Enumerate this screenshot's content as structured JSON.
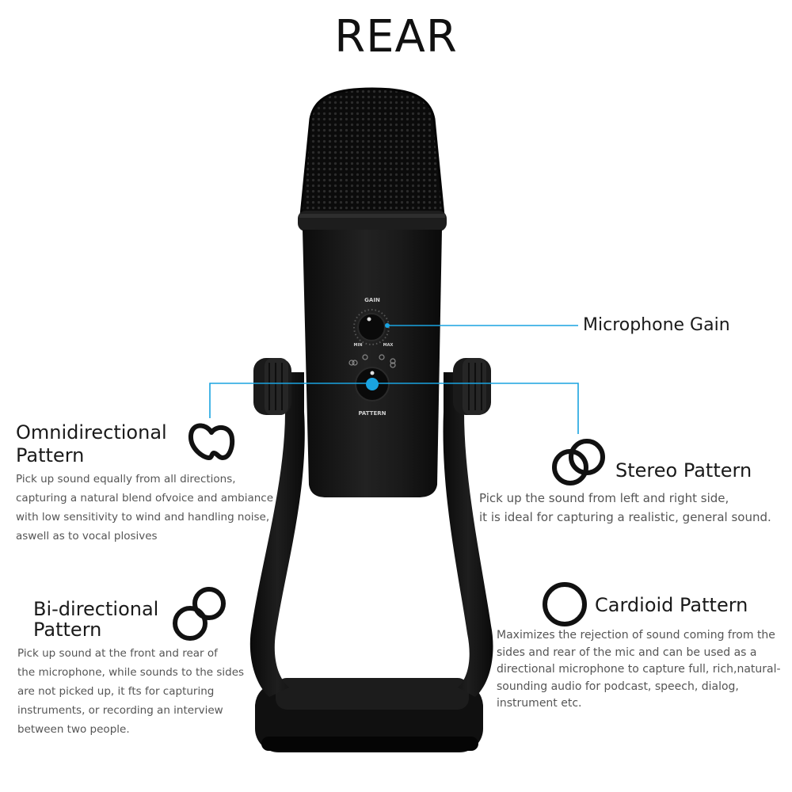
{
  "title": "REAR",
  "mic_panel": {
    "gain_label": "GAIN",
    "min_label": "MIN",
    "max_label": "MAX",
    "pattern_label": "PATTERN"
  },
  "callouts": {
    "gain": "Microphone Gain"
  },
  "colors": {
    "accent_line": "#1aa3e0",
    "mic_body": "#141414",
    "icon_stroke": "#111111"
  },
  "patterns": {
    "omni": {
      "title_line1": "Omnidirectional",
      "title_line2": "Pattern",
      "icon": "omnidirectional-icon",
      "desc": [
        "Pick up sound equally from all directions,",
        "capturing a natural blend ofvoice and ambiance",
        "with low sensitivity to wind and handling noise,",
        "aswell as to vocal plosives"
      ]
    },
    "stereo": {
      "title": "Stereo Pattern",
      "icon": "stereo-icon",
      "desc": [
        "Pick up the sound from left and right side,",
        "it is ideal for capturing a realistic, general sound."
      ]
    },
    "bidirectional": {
      "title_line1": "Bi-directional",
      "title_line2": "Pattern",
      "icon": "bidirectional-icon",
      "desc": [
        "Pick up sound at the front and rear of",
        "the microphone, while sounds to the sides",
        "are not picked up, it fts for capturing",
        "instruments, or recording an interview",
        "between two people."
      ]
    },
    "cardioid": {
      "title": "Cardioid Pattern",
      "icon": "cardioid-icon",
      "desc": [
        "Maximizes the rejection of sound coming from the",
        "sides and rear of the mic and can be used as a",
        "directional microphone to capture full, rich,natural-",
        "sounding audio for podcast, speech, dialog,",
        "instrument etc."
      ]
    }
  }
}
